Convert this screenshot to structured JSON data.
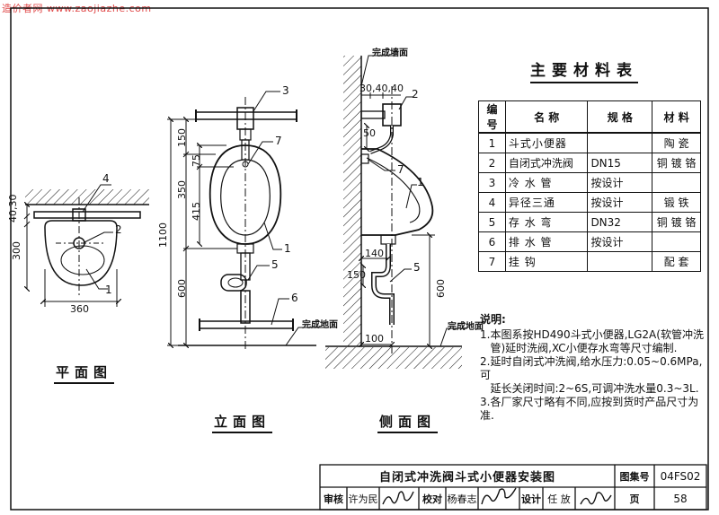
{
  "watermark": "造价者网 www.zaojiazhe.com",
  "views": {
    "plan": "平面图",
    "elevation": "立面图",
    "side": "侧面图"
  },
  "dimensions": {
    "plan": {
      "d4030": "40,30",
      "d300": "300",
      "d360": "360"
    },
    "elevation": {
      "d150": "150",
      "d350": "350",
      "d75": "75",
      "d415": "415",
      "d1100": "1100",
      "d600": "600"
    },
    "side": {
      "d304040": "30,40,40",
      "d50": "50",
      "d140": "140",
      "d150": "150",
      "d600": "600",
      "d100": "100"
    }
  },
  "callouts": {
    "plan": [
      "4",
      "2",
      "1"
    ],
    "elevation": [
      "3",
      "7",
      "1",
      "5",
      "6"
    ],
    "side": [
      "2",
      "7",
      "1",
      "5"
    ]
  },
  "labels": {
    "finished_wall": "完成墙面",
    "finished_floor_elev": "完成地面",
    "finished_floor_side": "完成地面"
  },
  "material_table": {
    "title": "主要材料表",
    "headers": [
      "编号",
      "名 称",
      "规 格",
      "材 料"
    ],
    "rows": [
      [
        "1",
        "斗式小便器",
        "",
        "陶 瓷"
      ],
      [
        "2",
        "自闭式冲洗阀",
        "DN15",
        "铜 镀 铬"
      ],
      [
        "3",
        "冷 水 管",
        "按设计",
        ""
      ],
      [
        "4",
        "异径三通",
        "按设计",
        "锻 铁"
      ],
      [
        "5",
        "存 水 弯",
        "DN32",
        "铜 镀 铬"
      ],
      [
        "6",
        "排 水 管",
        "按设计",
        ""
      ],
      [
        "7",
        "挂 钩",
        "",
        "配 套"
      ]
    ]
  },
  "notes": {
    "title": "说明:",
    "items": [
      "1.本图系按HD490斗式小便器,LG2A(软管冲洗",
      "   管)延时洗阀,XC小便存水弯等尺寸编制.",
      "2.延时自闭式冲洗阀,给水压力:0.05~0.6MPa,可",
      "   延长关闭时间:2~6S,可调冲洗水量0.3~3L.",
      "3.各厂家尺寸略有不同,应按到货时产品尺寸为准."
    ]
  },
  "title_block": {
    "drawing_title": "自闭式冲洗阀斗式小便器安装图",
    "atlas_label": "图集号",
    "atlas_number": "04FS02",
    "review_label": "审核",
    "review_name": "许为民",
    "check_label": "校对",
    "check_name": "杨春志",
    "design_label": "设计",
    "design_name": "任 放",
    "page_label": "页",
    "page_number": "58"
  }
}
